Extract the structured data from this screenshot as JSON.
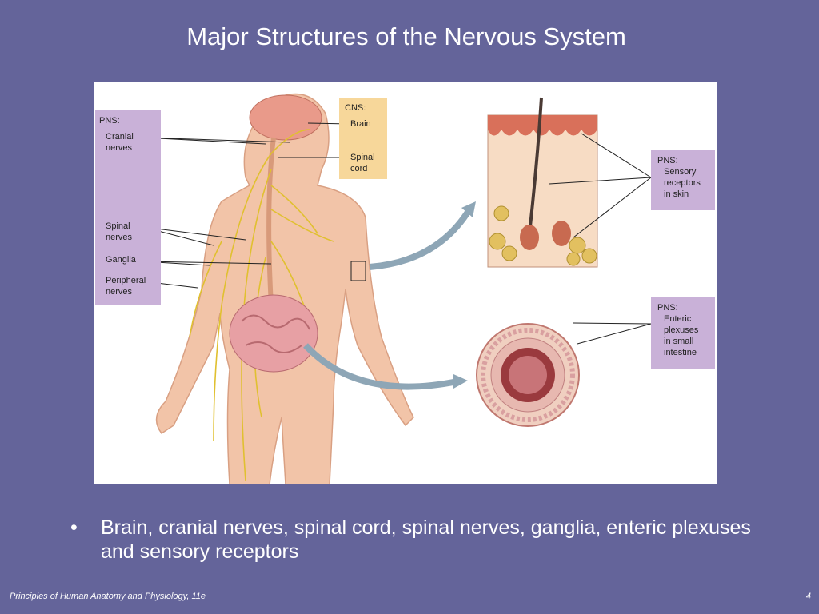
{
  "slide": {
    "title": "Major Structures of the Nervous System",
    "bullet_marker": "•",
    "bullet_text": "Brain, cranial nerves, spinal cord, spinal nerves, ganglia, enteric plexuses and sensory receptors",
    "footer_left": "Principles of Human Anatomy and Physiology, 11e",
    "page_number": "4"
  },
  "diagram": {
    "pns_left": {
      "heading": "PNS:",
      "cranial": "Cranial\nnerves",
      "spinal": "Spinal\nnerves",
      "ganglia": "Ganglia",
      "peripheral": "Peripheral\nnerves"
    },
    "cns": {
      "heading": "CNS:",
      "brain": "Brain",
      "spinal_cord": "Spinal\ncord"
    },
    "pns_skin": {
      "heading": "PNS:",
      "text": "Sensory\nreceptors\nin skin"
    },
    "pns_intestine": {
      "heading": "PNS:",
      "text": "Enteric\nplexuses\nin small\nintestine"
    }
  },
  "colors": {
    "background": "#64649a",
    "pns_box": "#c9b1d8",
    "cns_box": "#f7d79a",
    "nerve": "#e0c030",
    "skin": "#f2c4a8"
  }
}
